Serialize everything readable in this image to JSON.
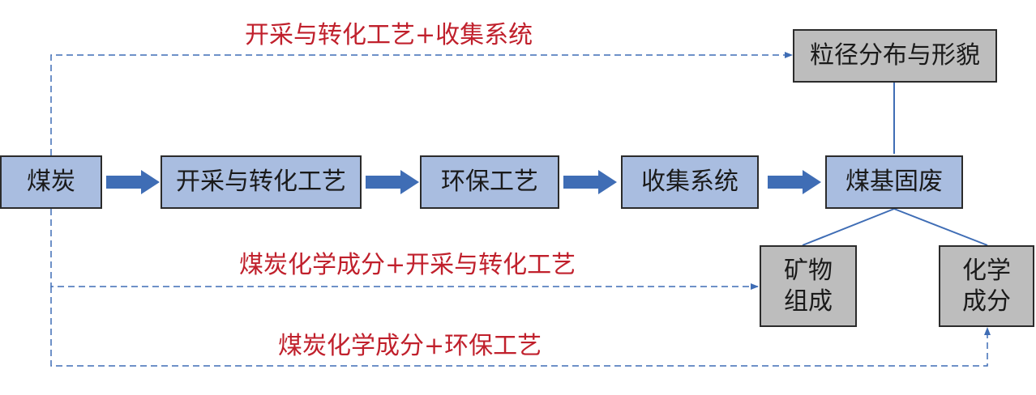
{
  "nodes": {
    "coal": "煤炭",
    "mining_conversion": "开采与转化工艺",
    "env_process": "环保工艺",
    "collection_system": "收集系统",
    "coal_solid_waste": "煤基固废",
    "particle_size": "粒径分布与形貌",
    "mineral_comp": "矿物组成",
    "chemical_comp": "化学成分"
  },
  "labels": {
    "top_path": "开采与转化工艺+收集系统",
    "middle_path": "煤炭化学成分+开采与转化工艺",
    "bottom_path": "煤炭化学成分+环保工艺"
  },
  "colors": {
    "process_box": "#a9bde0",
    "output_box": "#bdbdbd",
    "arrow": "#3f6db5",
    "path_label": "#c0202c"
  }
}
